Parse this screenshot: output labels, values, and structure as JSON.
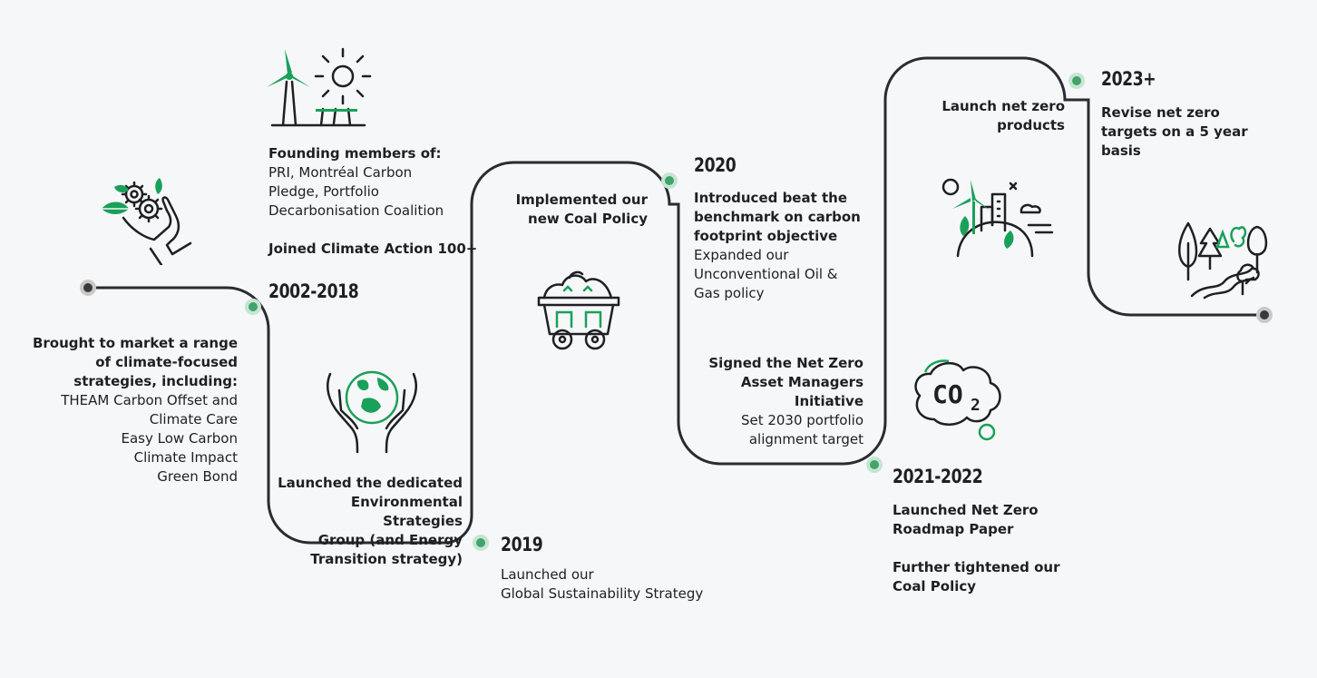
{
  "colors": {
    "line": "#2a2b33",
    "accent": "#1aa05a",
    "dot_fill": "#42a46a",
    "dot_ring": "#c6e5d2",
    "end_dot": "#3a3a3a",
    "end_ring": "#c9c9c9"
  },
  "milestones": {
    "m2002": {
      "year": "2002-2018",
      "founding_title": "Founding members of:",
      "founding_lines": [
        "PRI, Montréal Carbon",
        "Pledge, Portfolio",
        "Decarbonisation Coalition"
      ],
      "joined": "Joined Climate Action 100+",
      "brought_lines": [
        "Brought to market a range",
        "of climate-focused",
        "strategies, including:"
      ],
      "strategies": [
        "THEAM Carbon Offset and",
        "Climate Care",
        "Easy Low Carbon",
        "Climate Impact",
        "Green Bond"
      ],
      "launched_lines": [
        "Launched the dedicated",
        "Environmental Strategies",
        "Group (and Energy",
        "Transition strategy)"
      ]
    },
    "m2019": {
      "year": "2019",
      "lines": [
        "Launched our",
        "Global Sustainability Strategy"
      ],
      "coal_lines": [
        "Implemented our",
        "new Coal Policy"
      ]
    },
    "m2020": {
      "year": "2020",
      "beat_lines": [
        "Introduced beat the",
        "benchmark on carbon",
        "footprint objective"
      ],
      "expanded_lines": [
        "Expanded our",
        "Unconventional Oil &",
        "Gas policy"
      ],
      "signed_lines": [
        "Signed the Net Zero",
        "Asset Managers",
        "Initiative"
      ],
      "set_lines": [
        "Set 2030 portfolio",
        "alignment target"
      ]
    },
    "m2021": {
      "year": "2021-2022",
      "roadmap_lines": [
        "Launched Net Zero",
        "Roadmap Paper"
      ],
      "tightened_lines": [
        "Further tightened our",
        "Coal Policy"
      ],
      "products_lines": [
        "Launch net zero",
        "products"
      ]
    },
    "m2023": {
      "year": "2023+",
      "lines": [
        "Revise net zero",
        "targets on a 5 year",
        "basis"
      ]
    }
  },
  "icons": {
    "hand_gears": "hand-gears-icon",
    "wind_sun": "wind-turbine-sun-icon",
    "hands_globe": "hands-globe-icon",
    "coal_cart": "coal-cart-icon",
    "co2": "co2-cloud-icon",
    "city_planet": "green-city-planet-icon",
    "trees": "forest-trees-icon"
  }
}
